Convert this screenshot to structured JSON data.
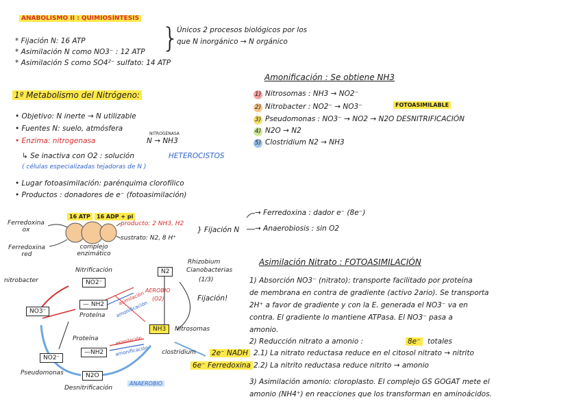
{
  "header": {
    "title": "ANABOLISMO II : QUIMIOSÍNTESIS",
    "bullets": [
      "* Fijación N: 16 ATP",
      "* Asimilación N como NO3⁻ : 12 ATP",
      "* Asimilación S como SO4²⁻ sulfato: 14 ATP"
    ],
    "brace_note_1": "Únicos 2 procesos biológicos por los",
    "brace_note_2": "que N inorgánico → N orgánico"
  },
  "metabolismo": {
    "title": "1º Metabolismo del Nitrógeno:",
    "objetivo": "• Objetivo: N inerte → N utilizable",
    "fuentes": "• Fuentes N: suelo, atmósfera",
    "enzima_label": "• Enzima: nitrogenasa",
    "enzima_above": "NITROGENASA",
    "enzima_result": "N → NH3",
    "inactiva": "↳ Se inactiva con O2 : solución",
    "heterocistos": "HETEROCISTOS",
    "celulas": "( células especializadas tejadoras de N )",
    "lugar": "• Lugar fotoasimilación: parénquima clorofílico",
    "productos": "• Productos : donadores de e⁻ (fotoasimilación)"
  },
  "complex": {
    "atp": "16 ATP",
    "adp": "16 ADP + pi",
    "ferr_ox": "Ferredoxina ox",
    "ferr_red": "Ferredoxina red",
    "producto": "producto: 2 NH3, H2",
    "sustrato": "sustrato: N2, 8 H⁺",
    "complejo": "complejo enzimático",
    "fijacion": "} Fijación N",
    "ferr_donor": "→ Ferredoxina : dador e⁻ (8e⁻)",
    "anaerobiosis": "→ Anaerobiosis : sin O2"
  },
  "amonificacion": {
    "title": "Amonificación : Se obtiene NH3",
    "items": [
      {
        "n": "1)",
        "text": "Nitrosomas : NH3 → NO2⁻"
      },
      {
        "n": "2)",
        "text": "Nitrobacter : NO2⁻ → NO3⁻"
      },
      {
        "n": "3)",
        "text": "Pseudomonas : NO3⁻ → NO2 → N2O  DESNITRIFICACIÓN"
      },
      {
        "n": "4)",
        "text": "N2O → N2"
      },
      {
        "n": "5)",
        "text": "Clostridium  N2 → NH3"
      }
    ],
    "fotoasimilable": "FOTOASIMILABLE"
  },
  "cycle": {
    "nitrificacion": "Nitrificación",
    "nitrobacter": "nitrobacter",
    "no2_top": "NO2⁻",
    "no3": "NO3⁻",
    "nh2": "— NH2",
    "proteina": "Proteína",
    "proteina2": "Proteína",
    "nh2b": "—NH2",
    "n2_box": "N2",
    "nh3_box": "NH3",
    "nitrosomas": "Nitrosomas",
    "no2_bottom": "NO2⁻",
    "n2o": "N2O",
    "pseudomonas": "Pseudomonas",
    "desnitrificacion": "Desnitrificación",
    "clostridium": "clostridium",
    "rhizobium": "Rhizobium",
    "cianobacterias": "Cianobacterias",
    "ratio": "(1/3)",
    "fijacion": "Fijación!",
    "aerobio": "AEROBIO",
    "o2": "(O2)",
    "anaerobio": "ANAEROBIO",
    "asimilacion": "asimilación",
    "amonificacion": "amonificación"
  },
  "asimilacion_nitrato": {
    "title": "Asimilación Nitrato : FOTOASIMILACIÓN",
    "p1_a": "1) Absorción NO3⁻ (nitrato): transporte facilitado por proteína",
    "p1_b": "de membrana en contra de gradiente (activo 2ario). Se transporta",
    "p1_c": "2H⁺ a favor de gradiente y con la E. generada el NO3⁻ va en",
    "p1_d": "contra. El gradiente lo mantiene ATPasa. El NO3⁻ pasa a",
    "p1_e": "amonio.",
    "p2": "2) Reducción nitrato a amonio :",
    "p2_e": "8e⁻",
    "p2_tail": "totales",
    "nadh": "2e⁻ NADH",
    "ferredoxina": "6e⁻ Ferredoxina",
    "p21": "2.1) La nitrato reductasa reduce en el citosol nitrato → nitrito",
    "p22": "2.2) La nitrito reductasa reduce nitrito → amonio",
    "p3_a": "3) Asimilación amonio: cloroplasto. El complejo GS GOGAT mete el",
    "p3_b": "amonio (NH4⁺) en reacciones que los transforman en aminoácidos."
  }
}
